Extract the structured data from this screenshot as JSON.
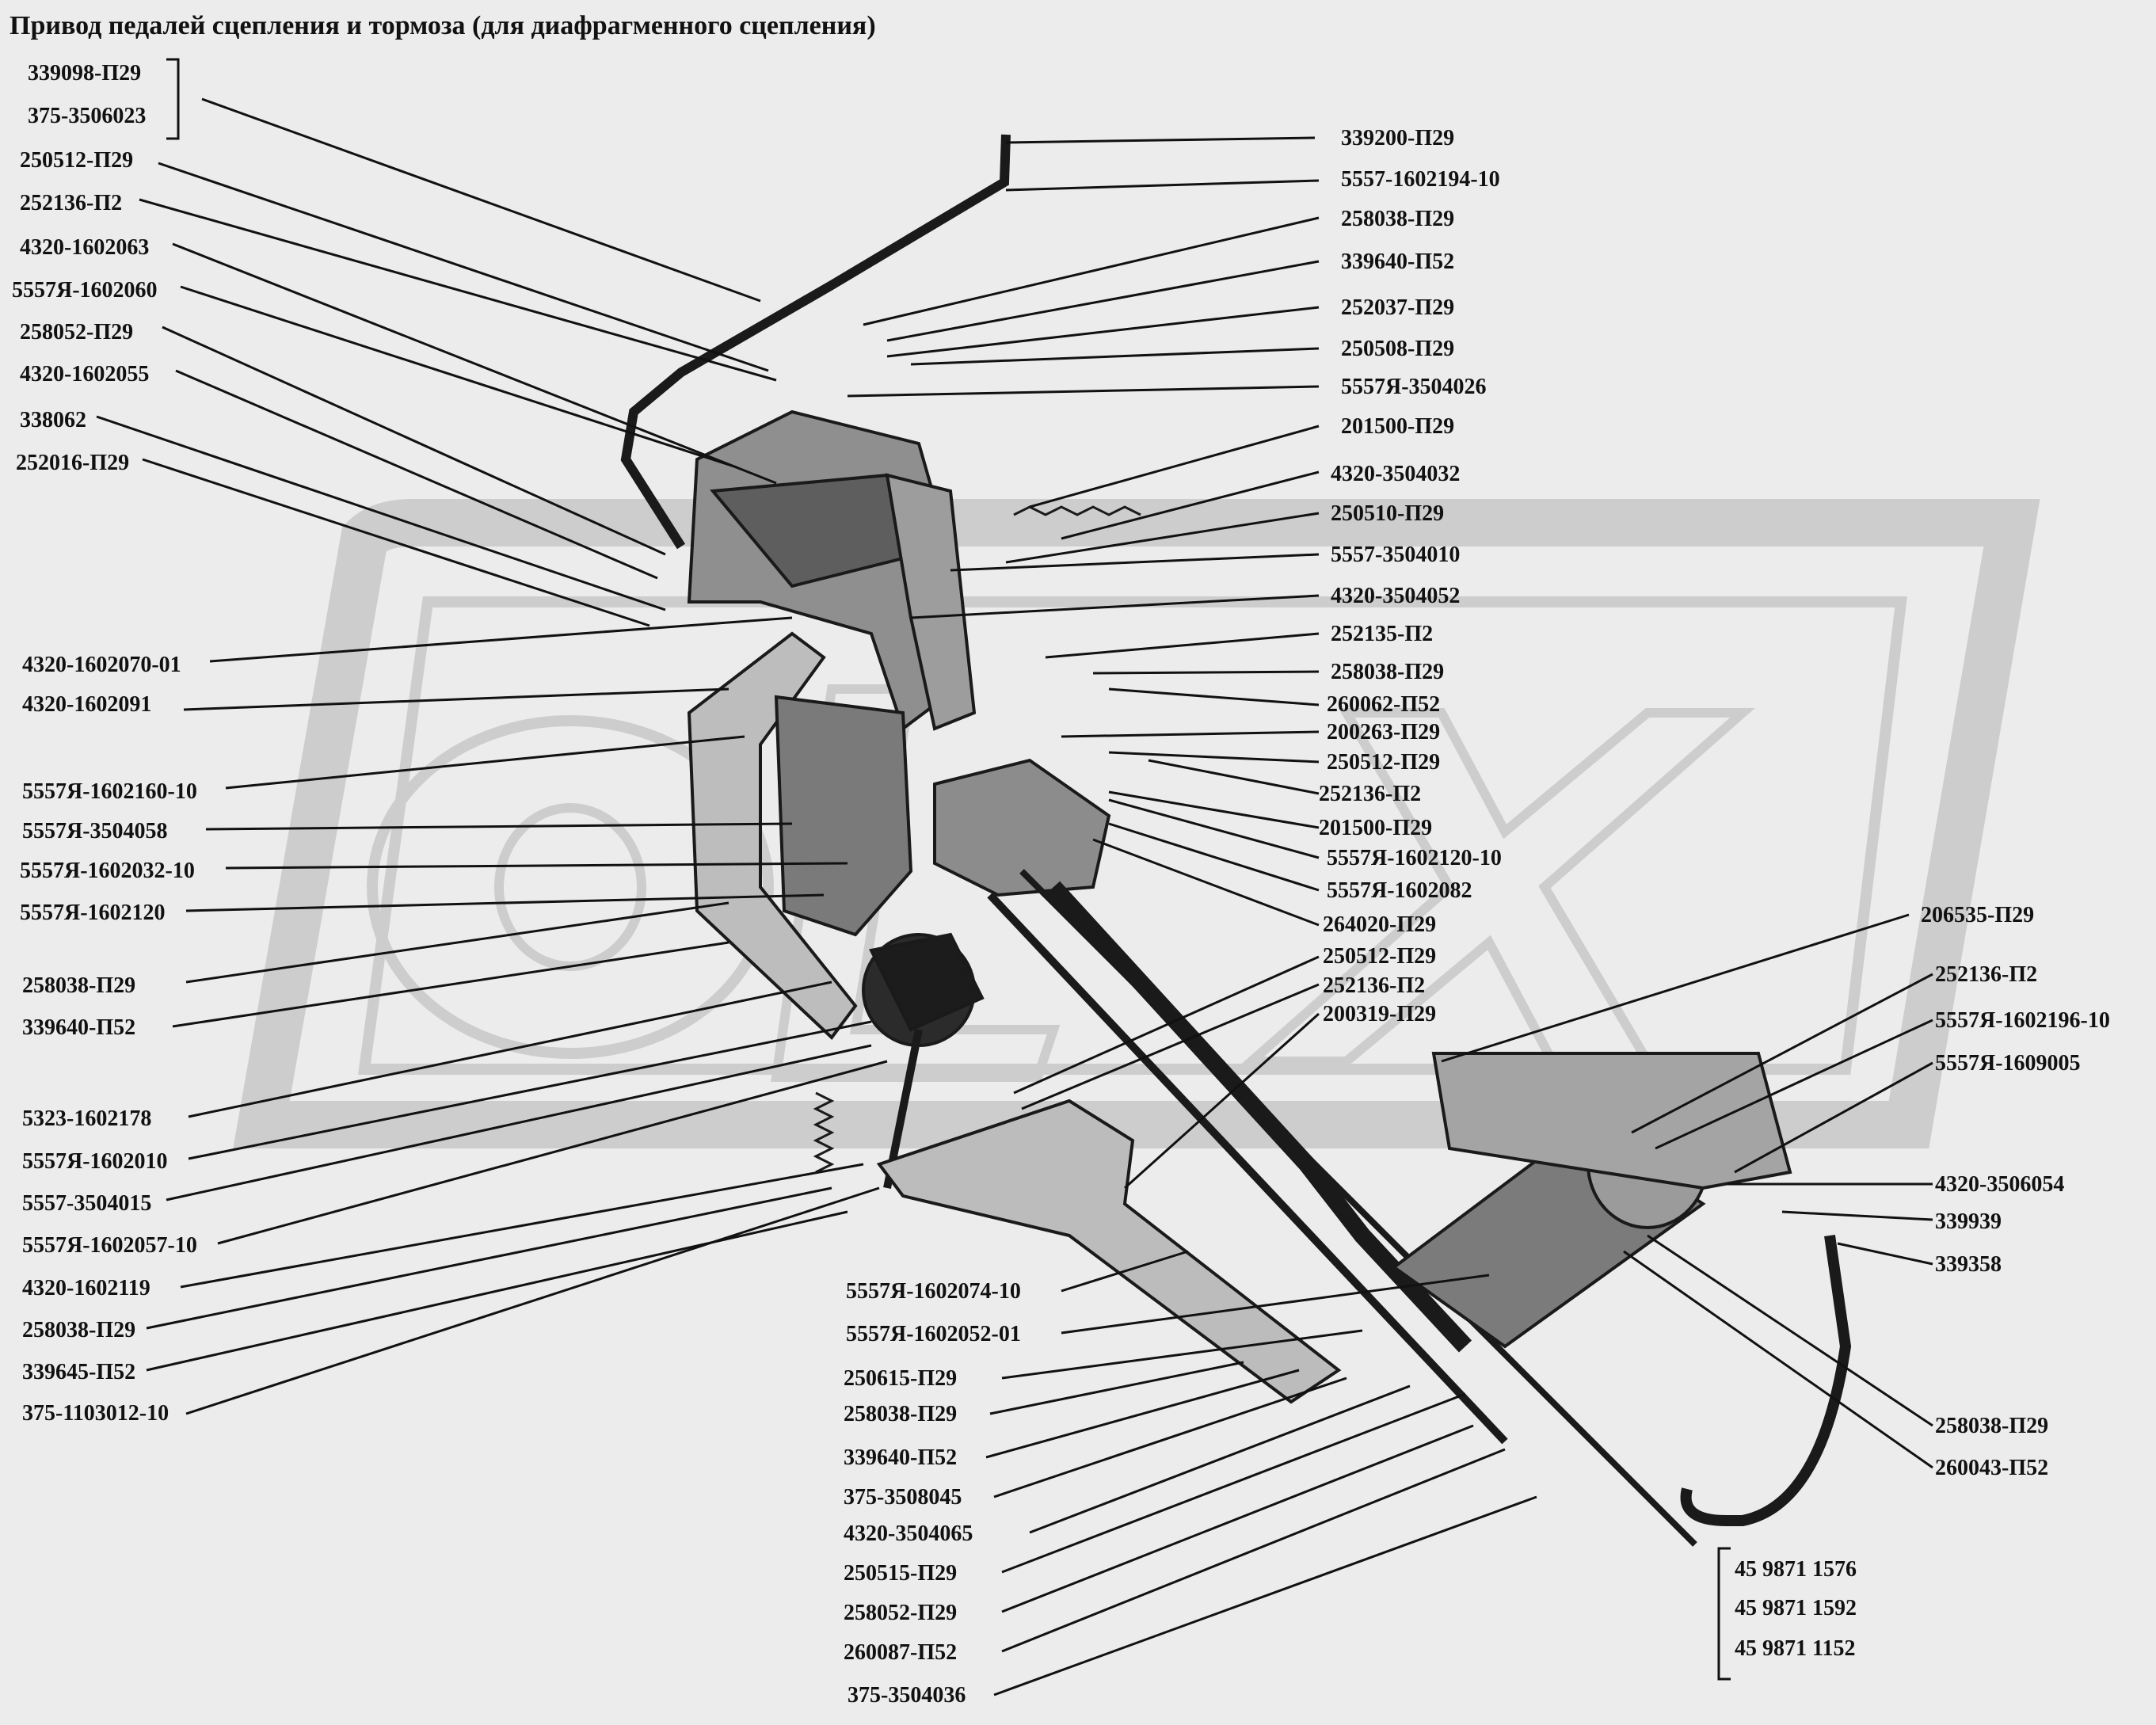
{
  "title": "Привод педалей сцепления и тормоза (для диафрагменного сцепления)",
  "watermark": "OLX",
  "colors": {
    "background": "#ececec",
    "watermark": "#cfcfcf",
    "ink": "#111111"
  },
  "labels": {
    "left": [
      "339098-П29",
      "375-3506023",
      "250512-П29",
      "252136-П2",
      "4320-1602063",
      "5557Я-1602060",
      "258052-П29",
      "4320-1602055",
      "338062",
      "252016-П29",
      "4320-1602070-01",
      "4320-1602091",
      "5557Я-1602160-10",
      "5557Я-3504058",
      "5557Я-1602032-10",
      "5557Я-1602120",
      "258038-П29",
      "339640-П52",
      "5323-1602178",
      "5557Я-1602010",
      "5557-3504015",
      "5557Я-1602057-10",
      "4320-1602119",
      "258038-П29",
      "339645-П52",
      "375-1103012-10"
    ],
    "right": [
      "339200-П29",
      "5557-1602194-10",
      "258038-П29",
      "339640-П52",
      "252037-П29",
      "250508-П29",
      "5557Я-3504026",
      "201500-П29",
      "4320-3504032",
      "250510-П29",
      "5557-3504010",
      "4320-3504052",
      "252135-П2",
      "258038-П29",
      "260062-П52",
      "200263-П29",
      "250512-П29",
      "252136-П2",
      "201500-П29",
      "5557Я-1602120-10",
      "5557Я-1602082",
      "264020-П29",
      "250512-П29",
      "252136-П2",
      "200319-П29",
      "206535-П29",
      "252136-П2",
      "5557Я-1602196-10",
      "5557Я-1609005",
      "4320-3506054",
      "339939",
      "339358",
      "258038-П29",
      "260043-П52",
      "45 9871 1576",
      "45 9871 1592",
      "45 9871 1152"
    ],
    "bottom": [
      "5557Я-1602074-10",
      "5557Я-1602052-01",
      "250615-П29",
      "258038-П29",
      "339640-П52",
      "375-3508045",
      "4320-3504065",
      "250515-П29",
      "258052-П29",
      "260087-П52",
      "375-3504036"
    ]
  }
}
